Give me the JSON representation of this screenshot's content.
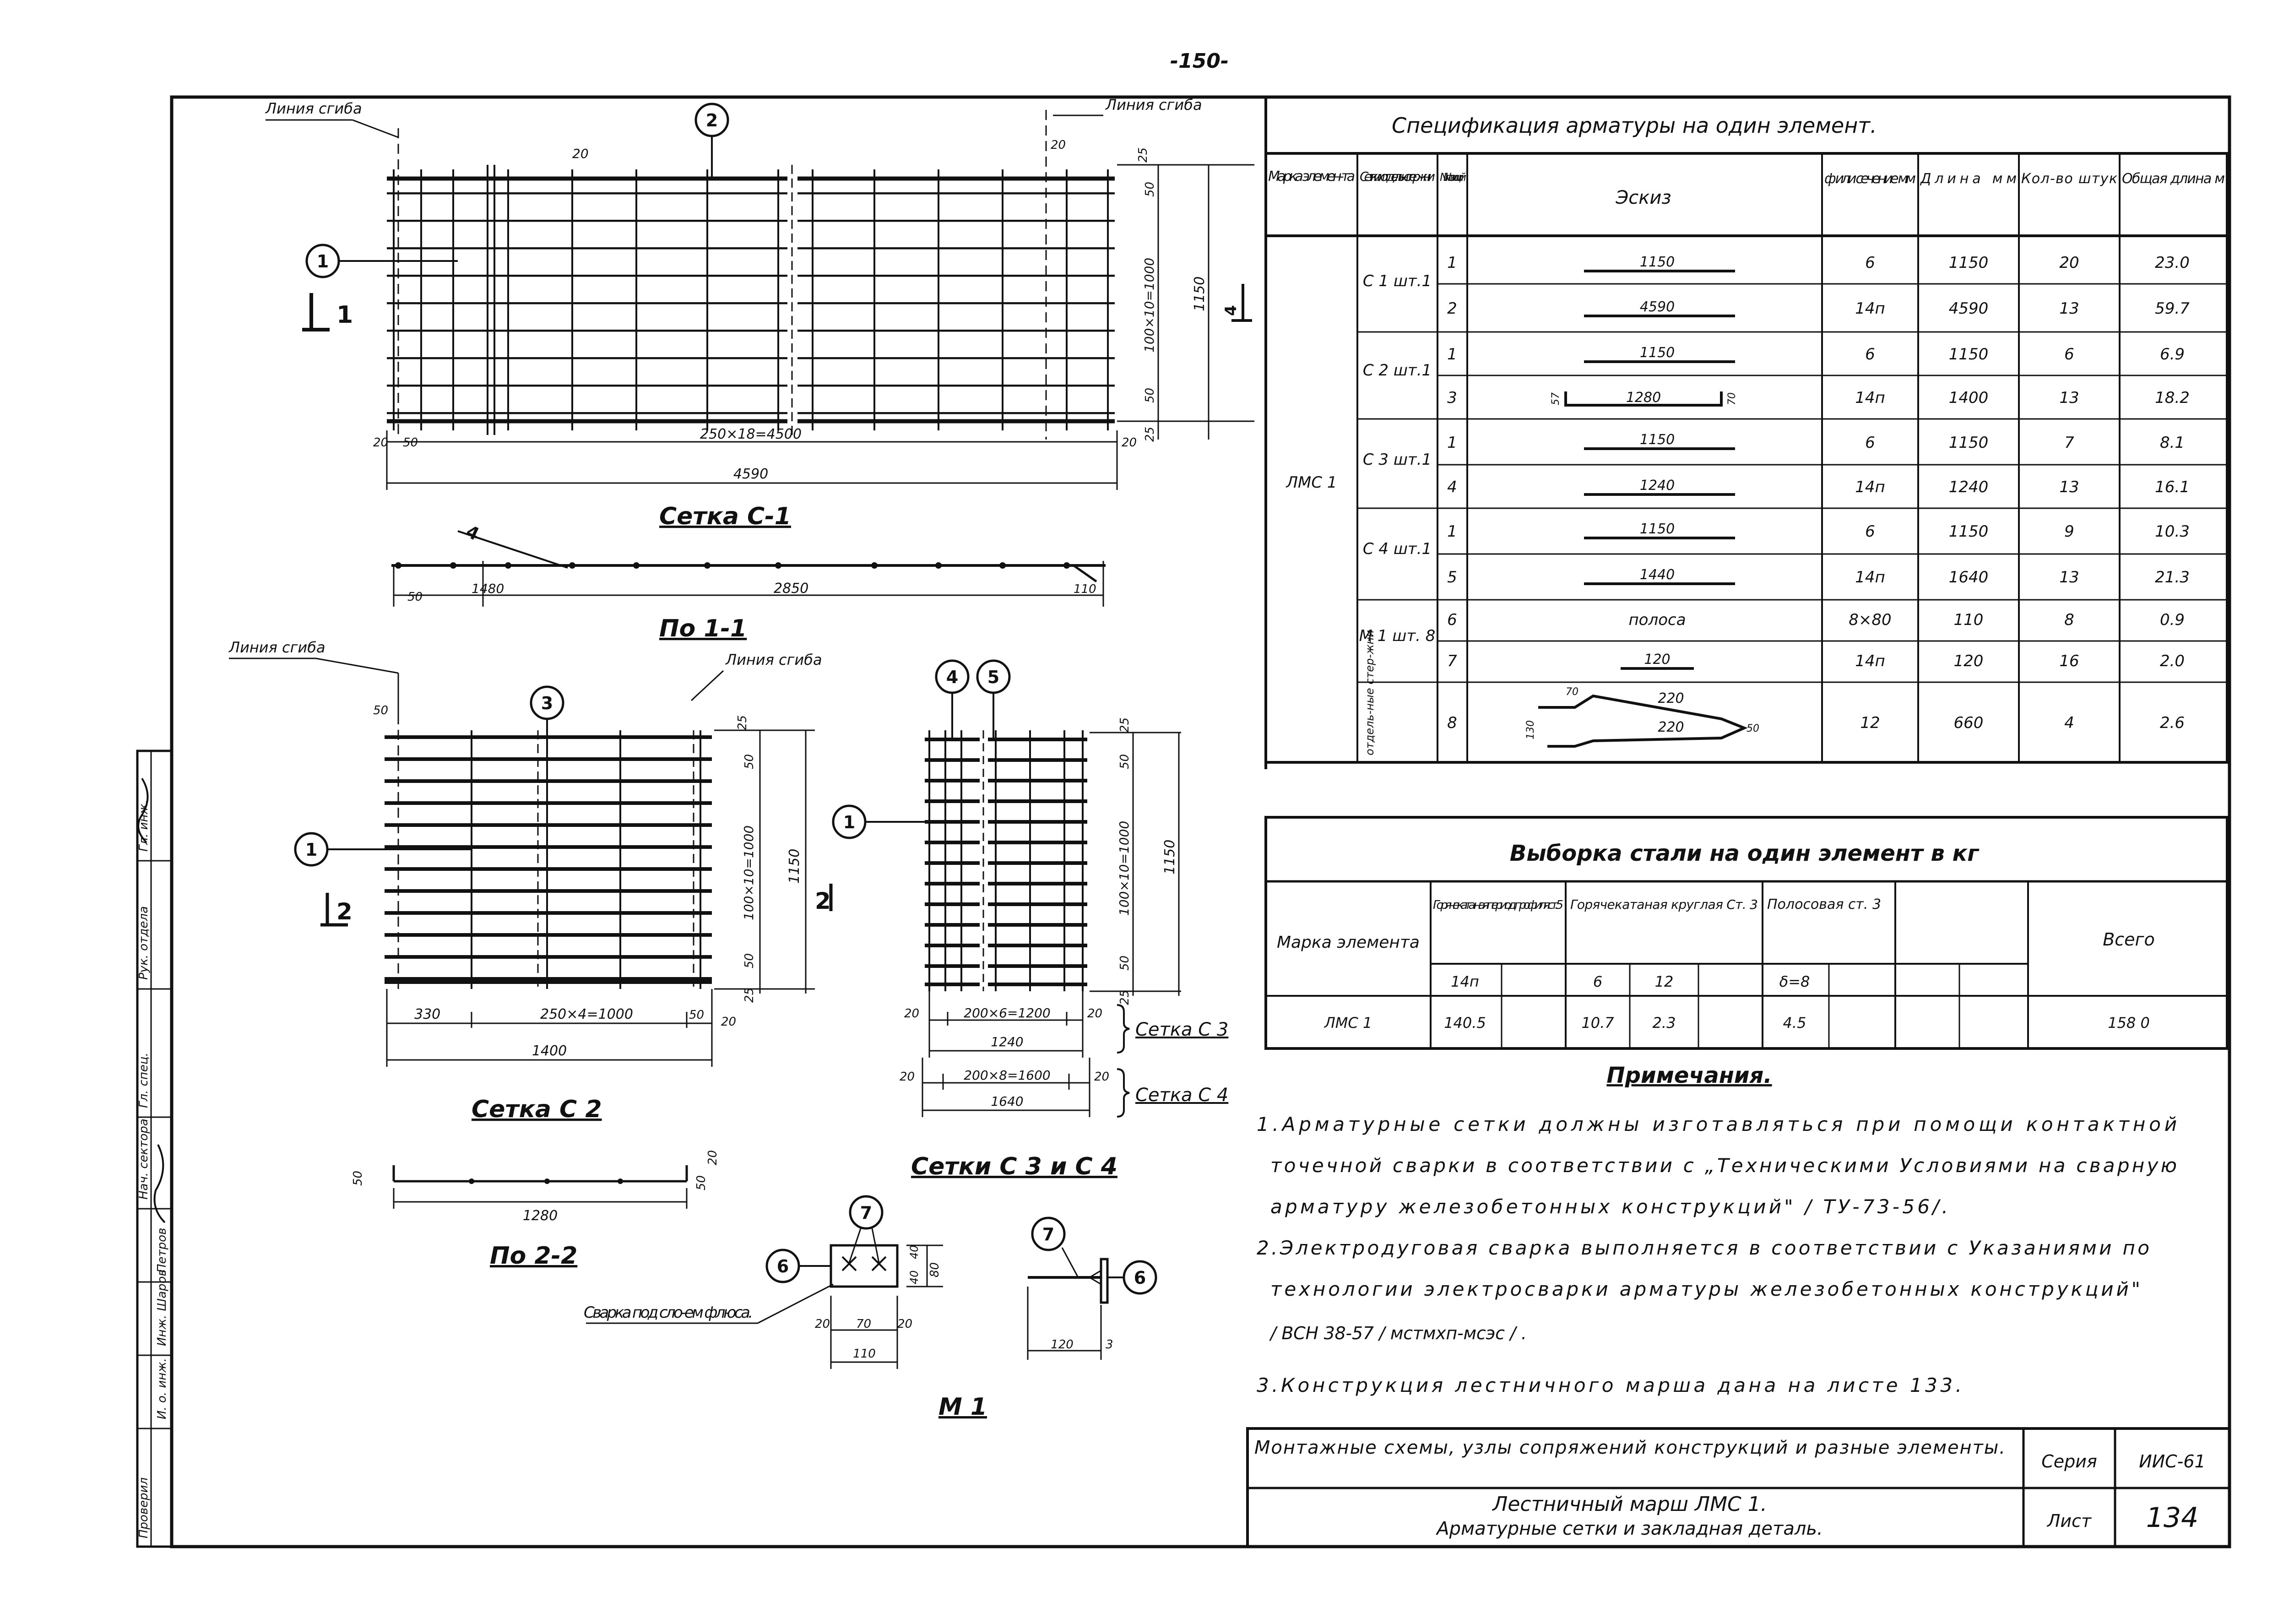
{
  "page_number": "-150-",
  "drawing_c1": {
    "labels": {
      "line_bend_left": "Линия сгиба",
      "line_bend_right": "Линия сгиба"
    },
    "callouts": [
      "1",
      "2"
    ],
    "section_mark": "1",
    "dims": {
      "d20_top": "20",
      "d25_top": "25",
      "d50_top": "50",
      "d50_bot": "50",
      "d25_bot": "25",
      "pitch": "100×10=1000",
      "height": "1150",
      "d4": "4",
      "left20": "20",
      "left50": "50",
      "span": "250×18=4500",
      "right20": "20",
      "total": "4590"
    },
    "title": "Сетка С-1"
  },
  "section_11": {
    "dims": {
      "d50": "50",
      "d1480": "1480",
      "d2850": "2850",
      "d110": "110",
      "mark4": "4"
    },
    "title": "По 1-1"
  },
  "drawing_c2": {
    "labels": {
      "line_bend_left": "Линия сгиба",
      "line_bend_right": "Линия сгиба"
    },
    "callouts": [
      "3",
      "1"
    ],
    "section_mark": "2",
    "dims": {
      "d50_corner": "50",
      "d25_top": "25",
      "d50_top": "50",
      "pitch": "100×10=1000",
      "height": "1150",
      "d50_bot": "50",
      "d25_bot": "25",
      "d330": "330",
      "span": "250×4=1000",
      "d50_r": "50",
      "d20_r": "20",
      "total": "1400"
    },
    "title": "Сетка С 2"
  },
  "section_22": {
    "dims": {
      "d50": "50",
      "d1280": "1280",
      "d20": "20",
      "d50b": "50"
    },
    "title": "По 2-2"
  },
  "drawing_c34": {
    "callouts": [
      "4",
      "5",
      "1"
    ],
    "dims": {
      "d25_top": "25",
      "d50_top": "50",
      "pitch": "100×10=1000",
      "height": "1150",
      "d50_bot": "50",
      "d25_bot": "25",
      "c3_left": "20",
      "c3_span": "200×6=1200",
      "c3_right": "20",
      "c3_total": "1240",
      "c4_left": "20",
      "c4_span": "200×8=1600",
      "c4_right": "20",
      "c4_total": "1640"
    },
    "brace_c3": "Сетка С 3",
    "brace_c4": "Сетка С 4",
    "title": "Сетки С 3 и С 4"
  },
  "drawing_m1": {
    "callouts": [
      "7",
      "6",
      "7",
      "6"
    ],
    "dims": {
      "d40a": "40",
      "d40b": "40",
      "d80": "80",
      "d20a": "20",
      "d70": "70",
      "d20b": "20",
      "d110": "110",
      "d120": "120",
      "d3": "3"
    },
    "weld_note": "Сварка под сло-ем флюса.",
    "title": "М 1"
  },
  "spec_table": {
    "title": "Спецификация арматуры на один элемент.",
    "headers": [
      "Марка элемен-та",
      "Сетки и отдельн. стержни",
      "NN позиций",
      "Эскиз",
      "ф или сечение мм",
      "Длина мм",
      "Кол-во штук",
      "Общая длина м"
    ],
    "element": "ЛМС 1",
    "groups": [
      {
        "name": "С 1 шт.1",
        "rows": [
          {
            "pos": "1",
            "sketch": "1150",
            "dia": "6",
            "len": "1150",
            "qty": "20",
            "total": "23.0"
          },
          {
            "pos": "2",
            "sketch": "4590",
            "dia": "14п",
            "len": "4590",
            "qty": "13",
            "total": "59.7"
          }
        ]
      },
      {
        "name": "С 2 шт.1",
        "rows": [
          {
            "pos": "1",
            "sketch": "1150",
            "dia": "6",
            "len": "1150",
            "qty": "6",
            "total": "6.9"
          },
          {
            "pos": "3",
            "sketch": "1280",
            "dia": "14п",
            "len": "1400",
            "qty": "13",
            "total": "18.2"
          }
        ]
      },
      {
        "name": "С 3 шт.1",
        "rows": [
          {
            "pos": "1",
            "sketch": "1150",
            "dia": "6",
            "len": "1150",
            "qty": "7",
            "total": "8.1"
          },
          {
            "pos": "4",
            "sketch": "1240",
            "dia": "14п",
            "len": "1240",
            "qty": "13",
            "total": "16.1"
          }
        ]
      },
      {
        "name": "С 4 шт.1",
        "rows": [
          {
            "pos": "1",
            "sketch": "1150",
            "dia": "6",
            "len": "1150",
            "qty": "9",
            "total": "10.3"
          },
          {
            "pos": "5",
            "sketch": "1440",
            "dia": "14п",
            "len": "1640",
            "qty": "13",
            "total": "21.3"
          }
        ]
      },
      {
        "name": "М 1 шт. 8",
        "rows": [
          {
            "pos": "6",
            "sketch": "полоса",
            "dia": "8×80",
            "len": "110",
            "qty": "8",
            "total": "0.9"
          },
          {
            "pos": "7",
            "sketch": "120",
            "dia": "14п",
            "len": "120",
            "qty": "16",
            "total": "2.0"
          }
        ]
      },
      {
        "name": "отдель-ные стер-жни",
        "rows": [
          {
            "pos": "8",
            "sketch": "220",
            "dia": "12",
            "len": "660",
            "qty": "4",
            "total": "2.6"
          }
        ]
      }
    ],
    "sketch_small_dims": {
      "s3_left": "57",
      "s3_right": "70",
      "s8_a": "70",
      "s8_b": "220",
      "s8_h": "130",
      "s8_c": "50"
    }
  },
  "steel_table": {
    "title": "Выборка стали на один элемент в кг",
    "col_mark": "Марка элемента",
    "group1": "Горячеката-ная период. профиля ст. 5",
    "group2": "Горячекатаная круглая Ст. 3",
    "group3": "Полосовая ст. 3",
    "col_total": "Всего",
    "sub": [
      "14п",
      "",
      "6",
      "12",
      "",
      "δ=8",
      "",
      "",
      ""
    ],
    "row": [
      "ЛМС 1",
      "140.5",
      "",
      "10.7",
      "2.3",
      "",
      "4.5",
      "",
      "",
      "",
      "158 0"
    ]
  },
  "notes": {
    "title": "Примечания.",
    "lines": [
      "1.Арматурные сетки должны изготавляться при помощи контактной",
      "точечной сварки в соответствии с „Техническими Условиями на сварную",
      "арматуру железобетонных конструкций\" / ТУ-73-56/.",
      "2.Электродуговая сварка выполняется в соответствии с Указаниями по",
      "технологии электросварки арматуры железобетонных конструкций\"",
      "/ ВСН 38-57 / мстмхп-мсэс / .",
      "3.Конструкция лестничного марша дана на листе 133."
    ]
  },
  "title_block": {
    "desc": "Монтажные схемы, узлы сопряжений конструкций и разные элементы.",
    "series_label": "Серия",
    "series_value": "ИИС-61",
    "name_line1": "Лестничный марш ЛМС 1.",
    "name_line2": "Арматурные сетки и закладная деталь.",
    "sheet_label": "Лист",
    "sheet_value": "134"
  },
  "side_stamp": {
    "cells": [
      "Гл. инж.",
      "Рук. отдела",
      "Гл. спец.",
      "Нач. сектора",
      "Петров",
      "Инж. Шаров",
      "И. о. инж.",
      "Проверил"
    ]
  }
}
